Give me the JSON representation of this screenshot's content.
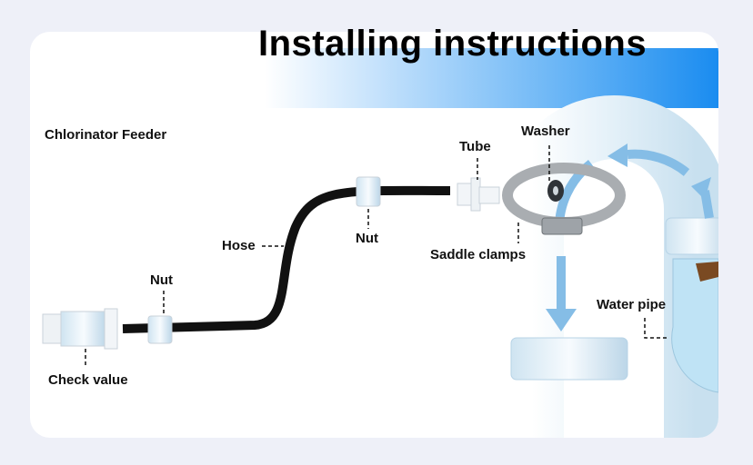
{
  "title": "Installing instructions",
  "subtitle": "Chlorinator Feeder",
  "labels": {
    "check_valve": "Check value",
    "nut_left": "Nut",
    "hose": "Hose",
    "nut_right": "Nut",
    "tube": "Tube",
    "washer": "Washer",
    "saddle_clamps": "Saddle clamps",
    "water_pipe": "Water pipe"
  },
  "colors": {
    "banner_accent": "#1a8cf0",
    "flow_arrow": "#7fb9e3",
    "pipe": "#d8eaf5",
    "hose": "#111111"
  }
}
